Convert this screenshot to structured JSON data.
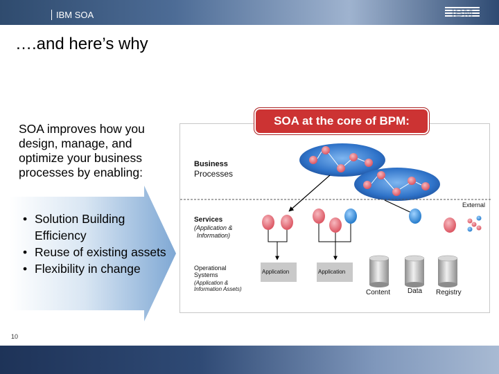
{
  "header": {
    "brand": "IBM SOA",
    "logo_text": "IBM"
  },
  "slide": {
    "title": "….and here’s why",
    "intro": "SOA improves how you design, manage, and optimize your business processes by enabling:",
    "bullets": [
      "Solution Building Efficiency",
      "Reuse of existing assets",
      "Flexibility in change"
    ],
    "page_number": "10"
  },
  "diagram": {
    "banner": "SOA at the core of BPM:",
    "business_title": "Business",
    "business_sub": "Processes",
    "external": "External",
    "services_title": "Services",
    "services_sub1": "(Application &",
    "services_sub2": "Information)",
    "operational_title1": "Operational",
    "operational_title2": "Systems",
    "operational_sub1": "(Application &",
    "operational_sub2": "Information Assets)",
    "app1": "Application",
    "app2": "Application",
    "content": "Content",
    "data": "Data",
    "registry": "Registry"
  },
  "colors": {
    "banner": "#cc3333",
    "service_red": "#e9707a",
    "service_blue": "#2f8fd8"
  }
}
